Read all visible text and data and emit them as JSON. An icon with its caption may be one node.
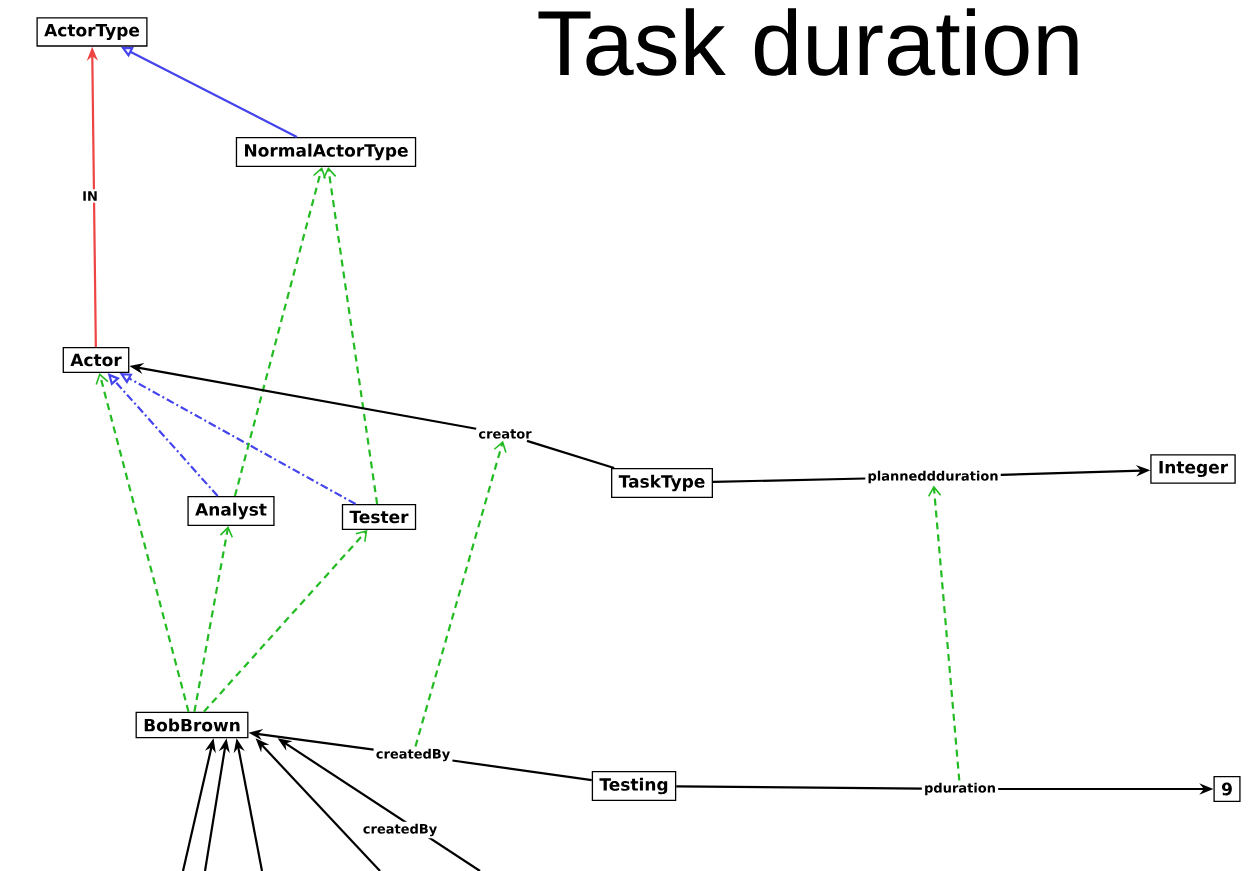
{
  "diagram": {
    "title": "Task duration",
    "nodes": [
      {
        "text": [
          "ActorType"
        ]
      },
      {
        "text": [
          "NormalActorType"
        ]
      },
      {
        "text": [
          "Actor"
        ]
      },
      {
        "text": [
          "Analyst"
        ]
      },
      {
        "text": [
          "Tester"
        ]
      },
      {
        "text": [
          "creator"
        ]
      },
      {
        "text": [
          "TaskType"
        ]
      },
      {
        "text": [
          "planneddduration"
        ]
      },
      {
        "text": [
          "Integer"
        ]
      },
      {
        "text": [
          "BobBrown"
        ]
      },
      {
        "text": [
          "createdBy"
        ]
      },
      {
        "text": [
          "Testing"
        ]
      },
      {
        "text": [
          "pduration"
        ]
      },
      {
        "text": [
          "9"
        ]
      }
    ],
    "edges": [
      {
        "from": 2,
        "to": 0,
        "arrow": "to",
        "label": "IN",
        "color": "#ee4444"
      },
      {
        "from": 1,
        "to": 0,
        "arrow": "to",
        "color": "#4444ee"
      },
      {
        "from": 3,
        "to": 2,
        "arrow": "to",
        "style": "dashed",
        "color": "#4444ee"
      },
      {
        "from": 4,
        "to": 2,
        "arrow": "to",
        "style": "dashed",
        "color": "#4444ee"
      },
      {
        "from": 3,
        "to": 1,
        "arrow": "to",
        "style": "dashed",
        "color": "#22bb22"
      },
      {
        "from": 4,
        "to": 1,
        "arrow": "to",
        "style": "dashed",
        "color": "#22bb22"
      },
      {
        "from": 6,
        "to": 5,
        "arrow": "none"
      },
      {
        "from": 5,
        "to": 2,
        "arrow": "to"
      },
      {
        "from": 6,
        "to": 7,
        "arrow": "none"
      },
      {
        "from": 7,
        "to": 8,
        "arrow": "to"
      },
      {
        "from": 9,
        "to": 2,
        "arrow": "to",
        "style": "dashed",
        "color": "#22bb22"
      },
      {
        "from": 9,
        "to": 3,
        "arrow": "to",
        "style": "dashed",
        "color": "#22bb22"
      },
      {
        "from": 9,
        "to": 4,
        "arrow": "to",
        "style": "dashed",
        "color": "#22bb22"
      },
      {
        "from": 10,
        "to": 5,
        "arrow": "to",
        "style": "dashed",
        "color": "#22bb22"
      },
      {
        "from": 11,
        "to": 10,
        "arrow": "none"
      },
      {
        "from": 10,
        "to": 9,
        "arrow": "to"
      },
      {
        "from": 11,
        "to": 12,
        "arrow": "none"
      },
      {
        "from": 12,
        "to": 13,
        "arrow": "to"
      },
      {
        "from": 12,
        "to": 7,
        "arrow": "to",
        "style": "dashed",
        "color": "#22bb22"
      },
      {
        "from": null,
        "to": 9,
        "arrow": "to"
      },
      {
        "from": null,
        "to": 9,
        "arrow": "to"
      },
      {
        "from": null,
        "to": 9,
        "arrow": "to"
      },
      {
        "from": null,
        "to": 9,
        "arrow": "to"
      },
      {
        "from": null,
        "to": 9,
        "arrow": "to",
        "label": "createdBy"
      }
    ]
  }
}
